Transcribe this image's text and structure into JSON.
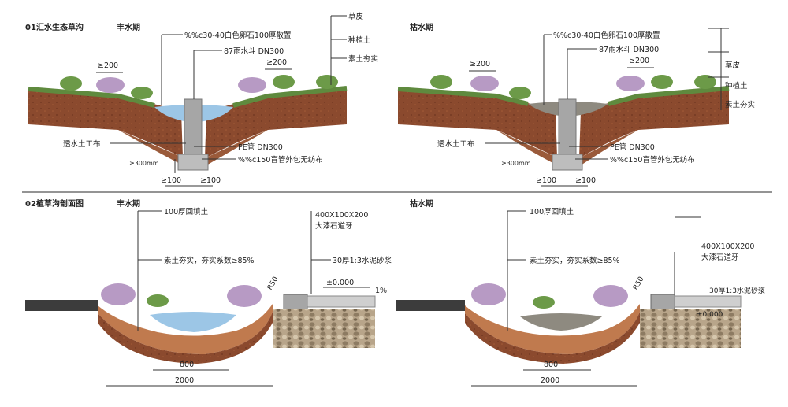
{
  "section1": {
    "title_num": "01",
    "title": "汇水生态草沟",
    "wet_label": "丰水期",
    "dry_label": "枯水期"
  },
  "section2": {
    "title_num": "02",
    "title": "植草沟剖面图",
    "wet_label": "丰水期",
    "dry_label": "枯水期"
  },
  "labels1_wet": {
    "grass": "草皮",
    "planting_soil": "种植土",
    "compact_soil": "素土夯实",
    "pebble": "%%c30-40白色卵石100厚散置",
    "drain": "87雨水斗 DN300",
    "dim200a": "≥200",
    "dim200b": "≥200",
    "geotextile": "透水土工布",
    "pe_pipe": "PE管 DN300",
    "dim300": "≥300mm",
    "blind_pipe": "%%c150盲管外包无纺布",
    "dim100a": "≥100",
    "dim100b": "≥100"
  },
  "labels1_dry": {
    "grass": "草皮",
    "planting_soil": "种植土",
    "compact_soil": "素土夯实",
    "pebble": "%%c30-40白色卵石100厚散置",
    "drain": "87雨水斗 DN300",
    "dim200a": "≥200",
    "dim200b": "≥200",
    "geotextile": "透水土工布",
    "pe_pipe": "PE管 DN300",
    "dim300": "≥300mm",
    "blind_pipe": "%%c150盲管外包无纺布",
    "dim100a": "≥100",
    "dim100b": "≥100"
  },
  "labels2_wet": {
    "backfill": "100厚回填土",
    "curb": "400X100X200",
    "curb2": "大漆石道牙",
    "compact": "素土夯实，夯实系数≥85%",
    "mortar": "30厚1:3水泥砂浆",
    "r50": "R50",
    "elev": "±0.000",
    "slope": "1%",
    "w800": "800",
    "w2000": "2000"
  },
  "labels2_dry": {
    "backfill": "100厚回填土",
    "curb": "400X100X200",
    "curb2": "大漆石道牙",
    "compact": "素土夯实，夯实系数≥85%",
    "mortar": "30厚1:3水泥砂浆",
    "r50": "R50",
    "elev": "±0.000",
    "w800": "800",
    "w2000": "2000"
  },
  "colors": {
    "soil": "#8b4a2e",
    "soil_dark": "#6e3520",
    "soil_light": "#c07a4e",
    "water": "#9cc6e6",
    "concrete": "#a6a6a6",
    "grass": "#5f8a3e",
    "flower": "#b79ac4",
    "gravel": "#a89478"
  }
}
